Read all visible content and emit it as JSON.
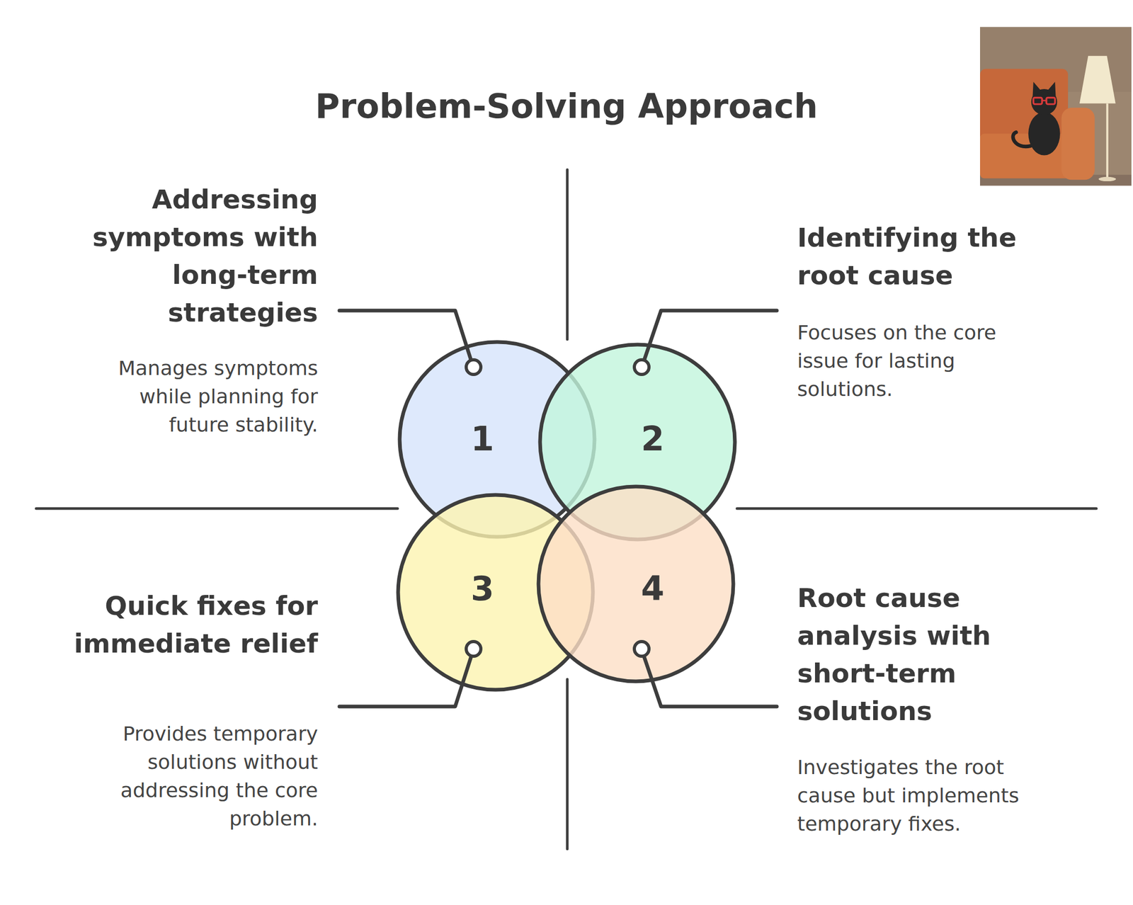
{
  "diagram": {
    "title": "Problem-Solving Approach",
    "nodes": [
      {
        "text": [
          "1",
          "Addressing symptoms with long-term strategies",
          "Manages symptoms while planning for future stability."
        ]
      },
      {
        "text": [
          "2",
          "Identifying the root cause",
          "Focuses on the core issue for lasting solutions."
        ]
      },
      {
        "text": [
          "3",
          "Quick fixes for immediate relief",
          "Provides temporary solutions without addressing the core problem."
        ]
      },
      {
        "text": [
          "4",
          "Root cause analysis with short-term solutions",
          "Investigates the root cause but implements temporary fixes."
        ]
      }
    ]
  }
}
